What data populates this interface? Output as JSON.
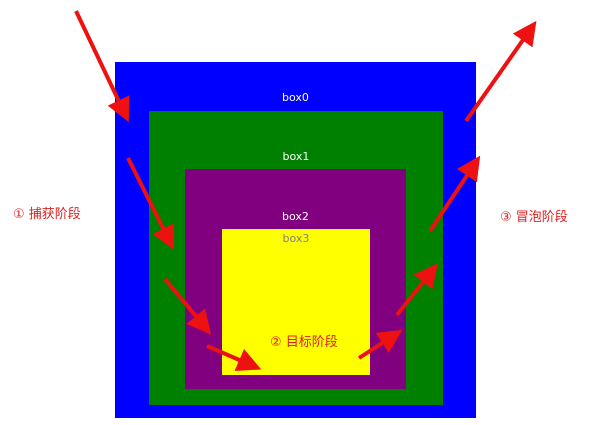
{
  "boxes": [
    {
      "label": "box0",
      "color": "#0000ff"
    },
    {
      "label": "box1",
      "color": "#008000"
    },
    {
      "label": "box2",
      "color": "#800080"
    },
    {
      "label": "box3",
      "color": "#ffff00"
    }
  ],
  "phases": {
    "capture": "① 捕获阶段",
    "target": "② 目标阶段",
    "bubble": "③ 冒泡阶段"
  },
  "arrow_color": "#ee1111",
  "phase_text_color": "#e02020"
}
